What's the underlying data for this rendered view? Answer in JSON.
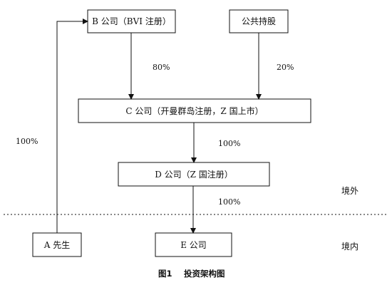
{
  "nodes": {
    "b": "B 公司（BVI 注册）",
    "public": "公共持股",
    "c": "C 公司（开曼群岛注册，Z 国上市）",
    "d": "D 公司（Z 国注册）",
    "a": "A 先生",
    "e": "E 公司"
  },
  "edges": {
    "b_to_c": "80%",
    "public_to_c": "20%",
    "c_to_d": "100%",
    "d_to_e": "100%",
    "a_to_b": "100%"
  },
  "regions": {
    "offshore": "境外",
    "onshore": "境内"
  },
  "caption": {
    "number": "图1",
    "title": "投资架构图"
  }
}
